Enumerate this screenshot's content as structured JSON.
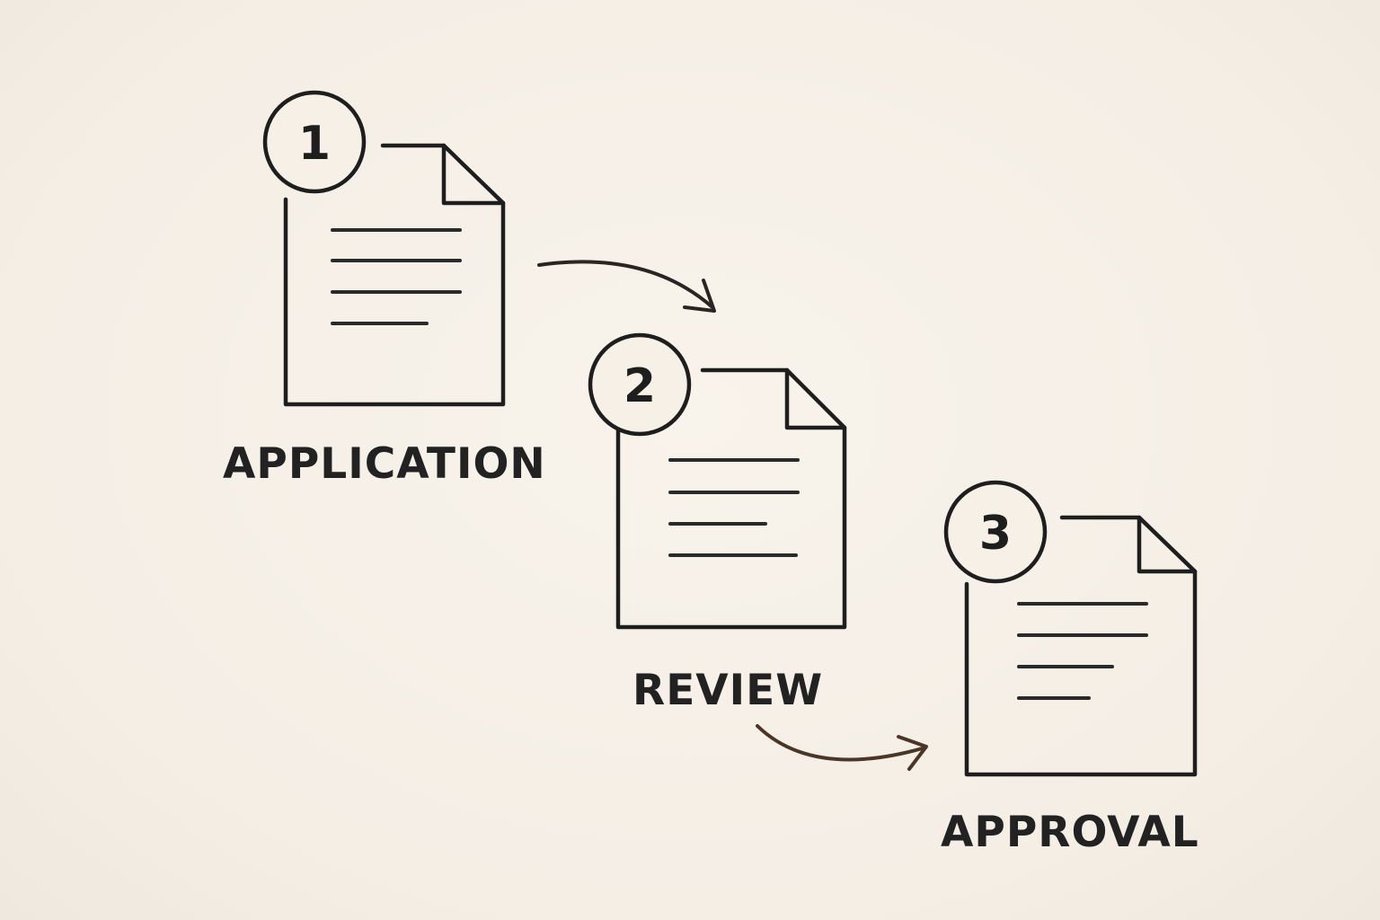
{
  "steps": [
    {
      "number": "1",
      "label": "APPLICATION"
    },
    {
      "number": "2",
      "label": "REVIEW"
    },
    {
      "number": "3",
      "label": "APPROVAL"
    }
  ],
  "colors": {
    "background": "#f5efe6",
    "ink": "#1e1e1e",
    "arrow_1": "#2a2522",
    "arrow_2": "#4a3526"
  },
  "icons": [
    "document-icon",
    "number-badge-icon",
    "curved-arrow-icon"
  ]
}
